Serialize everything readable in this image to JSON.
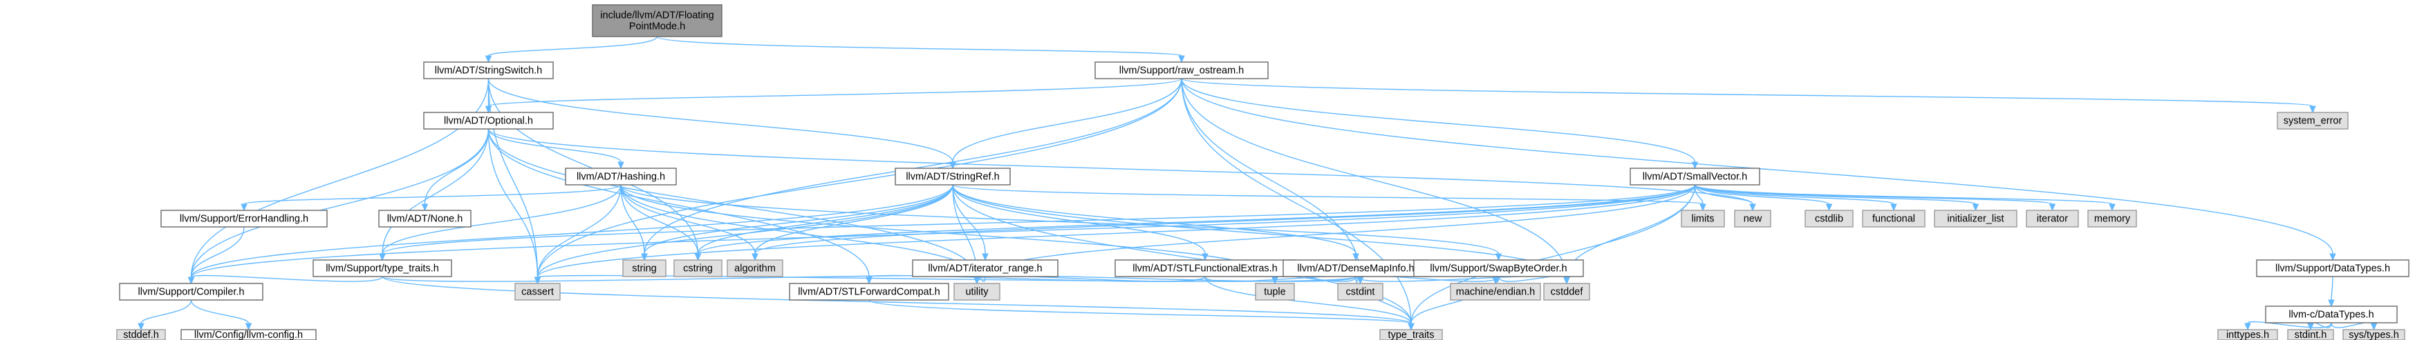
{
  "graph": {
    "colors": {
      "edge": "#63b8ff",
      "file_node_border": "#666666",
      "system_node_fill": "#e0e0e0",
      "root_node_fill": "#999999"
    },
    "nodes": [
      {
        "id": "root",
        "lines": [
          "include/llvm/ADT/Floating",
          "PointMode.h"
        ],
        "kind": "root"
      },
      {
        "id": "stringswitch",
        "lines": [
          "llvm/ADT/StringSwitch.h"
        ],
        "kind": "file"
      },
      {
        "id": "raw_ostream",
        "lines": [
          "llvm/Support/raw_ostream.h"
        ],
        "kind": "file"
      },
      {
        "id": "optional",
        "lines": [
          "llvm/ADT/Optional.h"
        ],
        "kind": "file"
      },
      {
        "id": "system_error",
        "lines": [
          "system_error"
        ],
        "kind": "sys"
      },
      {
        "id": "none",
        "lines": [
          "llvm/ADT/None.h"
        ],
        "kind": "file"
      },
      {
        "id": "hashing",
        "lines": [
          "llvm/ADT/Hashing.h"
        ],
        "kind": "file"
      },
      {
        "id": "stringref",
        "lines": [
          "llvm/ADT/StringRef.h"
        ],
        "kind": "file"
      },
      {
        "id": "smallvector",
        "lines": [
          "llvm/ADT/SmallVector.h"
        ],
        "kind": "file"
      },
      {
        "id": "errorhandling",
        "lines": [
          "llvm/Support/ErrorHandling.h"
        ],
        "kind": "file"
      },
      {
        "id": "type_traits_h",
        "lines": [
          "llvm/Support/type_traits.h"
        ],
        "kind": "file"
      },
      {
        "id": "string",
        "lines": [
          "string"
        ],
        "kind": "sys"
      },
      {
        "id": "cstring",
        "lines": [
          "cstring"
        ],
        "kind": "sys"
      },
      {
        "id": "algorithm",
        "lines": [
          "algorithm"
        ],
        "kind": "sys"
      },
      {
        "id": "iterator_range",
        "lines": [
          "llvm/ADT/iterator_range.h"
        ],
        "kind": "file"
      },
      {
        "id": "stlfunctional",
        "lines": [
          "llvm/ADT/STLFunctionalExtras.h"
        ],
        "kind": "file"
      },
      {
        "id": "densemapinfo",
        "lines": [
          "llvm/ADT/DenseMapInfo.h"
        ],
        "kind": "file"
      },
      {
        "id": "swapbyteorder",
        "lines": [
          "llvm/Support/SwapByteOrder.h"
        ],
        "kind": "file"
      },
      {
        "id": "limits",
        "lines": [
          "limits"
        ],
        "kind": "sys"
      },
      {
        "id": "new",
        "lines": [
          "new"
        ],
        "kind": "sys"
      },
      {
        "id": "cstdlib",
        "lines": [
          "cstdlib"
        ],
        "kind": "sys"
      },
      {
        "id": "functional",
        "lines": [
          "functional"
        ],
        "kind": "sys"
      },
      {
        "id": "initializer_list",
        "lines": [
          "initializer_list"
        ],
        "kind": "sys"
      },
      {
        "id": "iterator",
        "lines": [
          "iterator"
        ],
        "kind": "sys"
      },
      {
        "id": "memory",
        "lines": [
          "memory"
        ],
        "kind": "sys"
      },
      {
        "id": "datatypes",
        "lines": [
          "llvm/Support/DataTypes.h"
        ],
        "kind": "file"
      },
      {
        "id": "compiler",
        "lines": [
          "llvm/Support/Compiler.h"
        ],
        "kind": "file"
      },
      {
        "id": "cassert",
        "lines": [
          "cassert"
        ],
        "kind": "sys"
      },
      {
        "id": "stlforward",
        "lines": [
          "llvm/ADT/STLForwardCompat.h"
        ],
        "kind": "file"
      },
      {
        "id": "utility",
        "lines": [
          "utility"
        ],
        "kind": "sys"
      },
      {
        "id": "tuple",
        "lines": [
          "tuple"
        ],
        "kind": "sys"
      },
      {
        "id": "cstdint",
        "lines": [
          "cstdint"
        ],
        "kind": "sys"
      },
      {
        "id": "machine_endian",
        "lines": [
          "machine/endian.h"
        ],
        "kind": "sys"
      },
      {
        "id": "cstddef",
        "lines": [
          "cstddef"
        ],
        "kind": "sys"
      },
      {
        "id": "c_datatypes",
        "lines": [
          "llvm-c/DataTypes.h"
        ],
        "kind": "file"
      },
      {
        "id": "stddef",
        "lines": [
          "stddef.h"
        ],
        "kind": "sys"
      },
      {
        "id": "llvm_config",
        "lines": [
          "llvm/Config/llvm-config.h"
        ],
        "kind": "file"
      },
      {
        "id": "type_traits",
        "lines": [
          "type_traits"
        ],
        "kind": "sys"
      },
      {
        "id": "inttypes",
        "lines": [
          "inttypes.h"
        ],
        "kind": "sys"
      },
      {
        "id": "stdint",
        "lines": [
          "stdint.h"
        ],
        "kind": "sys"
      },
      {
        "id": "sys_types",
        "lines": [
          "sys/types.h"
        ],
        "kind": "sys"
      }
    ],
    "edges": [
      [
        "root",
        "stringswitch"
      ],
      [
        "root",
        "raw_ostream"
      ],
      [
        "stringswitch",
        "optional"
      ],
      [
        "stringswitch",
        "stringref"
      ],
      [
        "stringswitch",
        "compiler"
      ],
      [
        "stringswitch",
        "cassert"
      ],
      [
        "stringswitch",
        "cstring"
      ],
      [
        "raw_ostream",
        "optional"
      ],
      [
        "raw_ostream",
        "smallvector"
      ],
      [
        "raw_ostream",
        "stringref"
      ],
      [
        "raw_ostream",
        "datatypes"
      ],
      [
        "raw_ostream",
        "system_error"
      ],
      [
        "raw_ostream",
        "cassert"
      ],
      [
        "raw_ostream",
        "cstddef"
      ],
      [
        "raw_ostream",
        "cstdint"
      ],
      [
        "raw_ostream",
        "string"
      ],
      [
        "raw_ostream",
        "type_traits"
      ],
      [
        "optional",
        "none"
      ],
      [
        "optional",
        "hashing"
      ],
      [
        "optional",
        "compiler"
      ],
      [
        "optional",
        "type_traits_h"
      ],
      [
        "optional",
        "stlforward"
      ],
      [
        "optional",
        "cassert"
      ],
      [
        "optional",
        "new"
      ],
      [
        "optional",
        "utility"
      ],
      [
        "hashing",
        "errorhandling"
      ],
      [
        "hashing",
        "type_traits_h"
      ],
      [
        "hashing",
        "swapbyteorder"
      ],
      [
        "hashing",
        "algorithm"
      ],
      [
        "hashing",
        "cassert"
      ],
      [
        "hashing",
        "cstring"
      ],
      [
        "hashing",
        "string"
      ],
      [
        "hashing",
        "tuple"
      ],
      [
        "hashing",
        "utility"
      ],
      [
        "stringref",
        "stlfunctional"
      ],
      [
        "stringref",
        "densemapinfo"
      ],
      [
        "stringref",
        "iterator_range"
      ],
      [
        "stringref",
        "compiler"
      ],
      [
        "stringref",
        "algorithm"
      ],
      [
        "stringref",
        "cassert"
      ],
      [
        "stringref",
        "cstddef"
      ],
      [
        "stringref",
        "cstring"
      ],
      [
        "stringref",
        "limits"
      ],
      [
        "stringref",
        "string"
      ],
      [
        "stringref",
        "type_traits"
      ],
      [
        "stringref",
        "utility"
      ],
      [
        "smallvector",
        "compiler"
      ],
      [
        "smallvector",
        "type_traits_h"
      ],
      [
        "smallvector",
        "algorithm"
      ],
      [
        "smallvector",
        "cassert"
      ],
      [
        "smallvector",
        "cstddef"
      ],
      [
        "smallvector",
        "cstdlib"
      ],
      [
        "smallvector",
        "cstring"
      ],
      [
        "smallvector",
        "functional"
      ],
      [
        "smallvector",
        "initializer_list"
      ],
      [
        "smallvector",
        "iterator"
      ],
      [
        "smallvector",
        "limits"
      ],
      [
        "smallvector",
        "memory"
      ],
      [
        "smallvector",
        "new"
      ],
      [
        "smallvector",
        "type_traits"
      ],
      [
        "smallvector",
        "utility"
      ],
      [
        "errorhandling",
        "compiler"
      ],
      [
        "type_traits_h",
        "compiler"
      ],
      [
        "type_traits_h",
        "type_traits"
      ],
      [
        "type_traits_h",
        "utility"
      ],
      [
        "iterator_range",
        "utility"
      ],
      [
        "stlfunctional",
        "stlforward"
      ],
      [
        "stlfunctional",
        "cstdint"
      ],
      [
        "stlfunctional",
        "type_traits"
      ],
      [
        "stlfunctional",
        "utility"
      ],
      [
        "densemapinfo",
        "cassert"
      ],
      [
        "densemapinfo",
        "cstddef"
      ],
      [
        "densemapinfo",
        "cstdint"
      ],
      [
        "densemapinfo",
        "tuple"
      ],
      [
        "densemapinfo",
        "type_traits"
      ],
      [
        "densemapinfo",
        "utility"
      ],
      [
        "swapbyteorder",
        "cstddef"
      ],
      [
        "swapbyteorder",
        "cstdint"
      ],
      [
        "swapbyteorder",
        "type_traits"
      ],
      [
        "swapbyteorder",
        "machine_endian"
      ],
      [
        "datatypes",
        "c_datatypes"
      ],
      [
        "compiler",
        "stddef"
      ],
      [
        "compiler",
        "llvm_config"
      ],
      [
        "stlforward",
        "type_traits"
      ],
      [
        "c_datatypes",
        "inttypes"
      ],
      [
        "c_datatypes",
        "stdint"
      ],
      [
        "c_datatypes",
        "sys_types"
      ]
    ]
  }
}
